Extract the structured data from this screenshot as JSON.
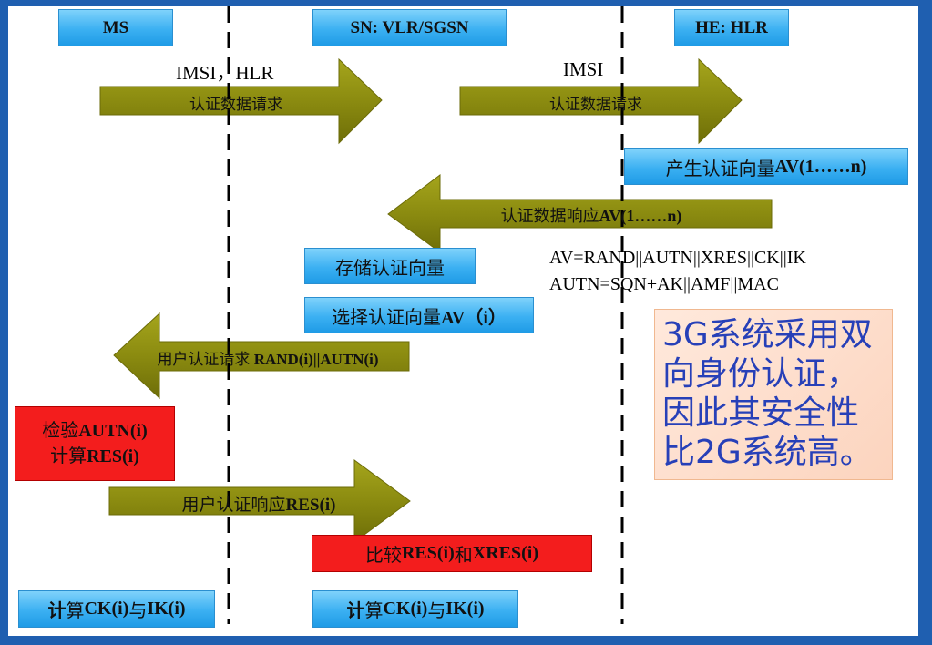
{
  "headers": {
    "ms": "MS",
    "sn": "SN: VLR/SGSN",
    "he": "HE: HLR"
  },
  "labels": {
    "imsi_hlr": "IMSI，HLR",
    "imsi": "IMSI"
  },
  "arrows": {
    "req1": "认证数据请求",
    "req2": "认证数据请求",
    "resp_prefix": "认证数据响应",
    "resp_bold": "AV(1……n)",
    "user_req_prefix": "用户认证请求",
    "user_req_bold": "RAND(i)||AUTN(i)",
    "user_resp_prefix": "用户认证响应",
    "user_resp_bold": "RES(i)"
  },
  "boxes": {
    "gen_av_prefix": "产生认证向量",
    "gen_av_bold": "AV(1……n)",
    "store": "存储认证向量",
    "select_prefix": "选择认证向量",
    "select_bold": "AV（i）",
    "verify_prefix": "检验",
    "verify_bold": "AUTN(i)",
    "calc_res_prefix": "计算",
    "calc_res_bold": "RES(i)",
    "compare_prefix": "比较",
    "compare_bold1": "RES(i)",
    "compare_mid": "和",
    "compare_bold2": "XRES(i)",
    "ck_ms_1": "计",
    "ck_ms_2": "算",
    "ck_ms_3": "CK(i)",
    "ck_ms_4": "与",
    "ck_ms_5": "IK(i)",
    "ck_sn_1": "计",
    "ck_sn_2": "算",
    "ck_sn_3": "CK(i)",
    "ck_sn_4": "与",
    "ck_sn_5": "IK(i)"
  },
  "notes": {
    "av": "AV=RAND||AUTN||XRES||CK||IK",
    "autn": "AUTN=SQN+AK||AMF||MAC"
  },
  "callout": {
    "line1": "3G系统采用双",
    "line2": "向身份认证，",
    "line3": "因此其安全性",
    "line4": "比2G系统高。"
  },
  "colors": {
    "frame": "#1f5fb0",
    "arrow": "#8f8f12",
    "blue_box": "#3bb0f2",
    "red_box": "#f31d1d",
    "callout_text": "#2740b8"
  }
}
